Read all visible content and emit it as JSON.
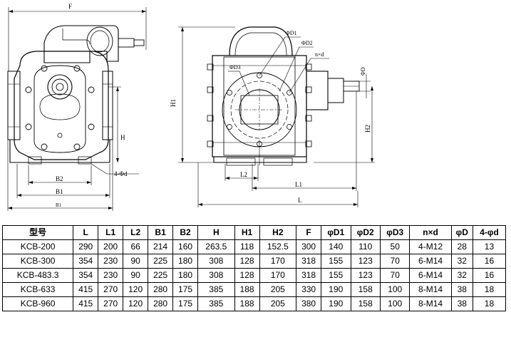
{
  "drawing": {
    "dimension_labels": {
      "front_F": "F",
      "front_H": "H",
      "front_B2": "B2",
      "front_B1": "B1",
      "front_B1_outer": "B1",
      "front_holes": "4-Φd",
      "side_D1": "ΦD1",
      "side_D2": "ΦD2",
      "side_nxd": "n×d",
      "side_D3": "ΦD3",
      "side_D": "ΦD",
      "side_H1": "H1",
      "side_H2": "H2",
      "side_L2": "L2",
      "side_L1": "L1",
      "side_L": "L"
    }
  },
  "table": {
    "headers": [
      "型号",
      "L",
      "L1",
      "L2",
      "B1",
      "B2",
      "H",
      "H1",
      "H2",
      "F",
      "φD1",
      "φD2",
      "φD3",
      "n×d",
      "φD",
      "4-φd"
    ],
    "rows": [
      [
        "KCB-200",
        "290",
        "200",
        "66",
        "214",
        "160",
        "263.5",
        "118",
        "152.5",
        "300",
        "140",
        "110",
        "50",
        "4-M12",
        "28",
        "13"
      ],
      [
        "KCB-300",
        "354",
        "230",
        "90",
        "225",
        "180",
        "308",
        "128",
        "170",
        "318",
        "155",
        "123",
        "70",
        "6-M14",
        "32",
        "16"
      ],
      [
        "KCB-483.3",
        "354",
        "230",
        "90",
        "225",
        "180",
        "308",
        "128",
        "170",
        "318",
        "155",
        "123",
        "70",
        "6-M14",
        "32",
        "16"
      ],
      [
        "KCB-633",
        "415",
        "270",
        "120",
        "280",
        "175",
        "385",
        "188",
        "205",
        "330",
        "190",
        "158",
        "100",
        "8-M14",
        "38",
        "18"
      ],
      [
        "KCB-960",
        "415",
        "270",
        "120",
        "280",
        "175",
        "385",
        "188",
        "205",
        "380",
        "190",
        "158",
        "100",
        "8-M14",
        "38",
        "18"
      ]
    ]
  }
}
